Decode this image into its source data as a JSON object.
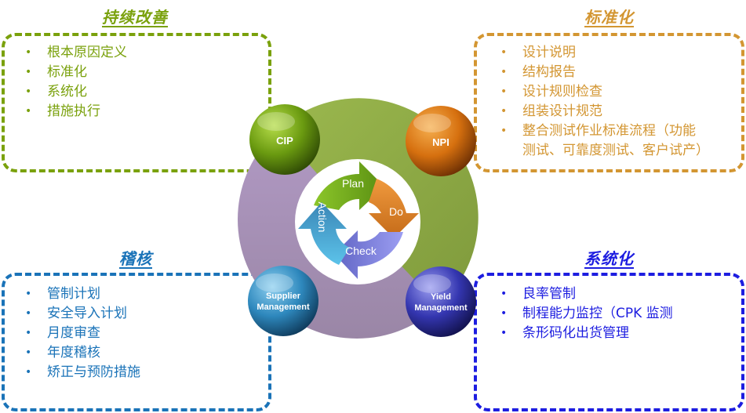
{
  "quadrants": {
    "top_left": {
      "title": "持续改善",
      "color": "#7aa10c",
      "items": [
        "根本原因定义",
        "标准化",
        "系统化",
        "措施执行"
      ]
    },
    "top_right": {
      "title": "标准化",
      "color": "#d39632",
      "items": [
        "设计说明",
        "结构报告",
        "设计规则检查",
        "组装设计规范",
        "整合测试作业标准流程（功能",
        "测试、可靠度测试、客户试产）"
      ]
    },
    "bottom_left": {
      "title": "稽核",
      "color": "#1a73b8",
      "items": [
        "管制计划",
        "安全导入计划",
        "月度审查",
        "年度稽核",
        "矫正与预防措施"
      ]
    },
    "bottom_right": {
      "title": "系统化",
      "color": "#1d1de0",
      "items": [
        "良率管制",
        "制程能力监控（CPK 监测",
        "条形码化出货管理"
      ]
    }
  },
  "center": {
    "spheres": {
      "cip": {
        "label": "CIP",
        "color": "#6d9a14"
      },
      "npi": {
        "label": "NPI",
        "color": "#d9731a"
      },
      "supplier": {
        "line1": "Supplier",
        "line2": "Management",
        "color": "#3a8cc0"
      },
      "yield": {
        "line1": "Yield",
        "line2": "Management",
        "color": "#3a3ab5"
      }
    },
    "pdca": {
      "plan": "Plan",
      "do": "Do",
      "check": "Check",
      "action": "Action"
    },
    "ring_colors": {
      "green": "#98b04a",
      "purple": "#a991b8"
    }
  }
}
